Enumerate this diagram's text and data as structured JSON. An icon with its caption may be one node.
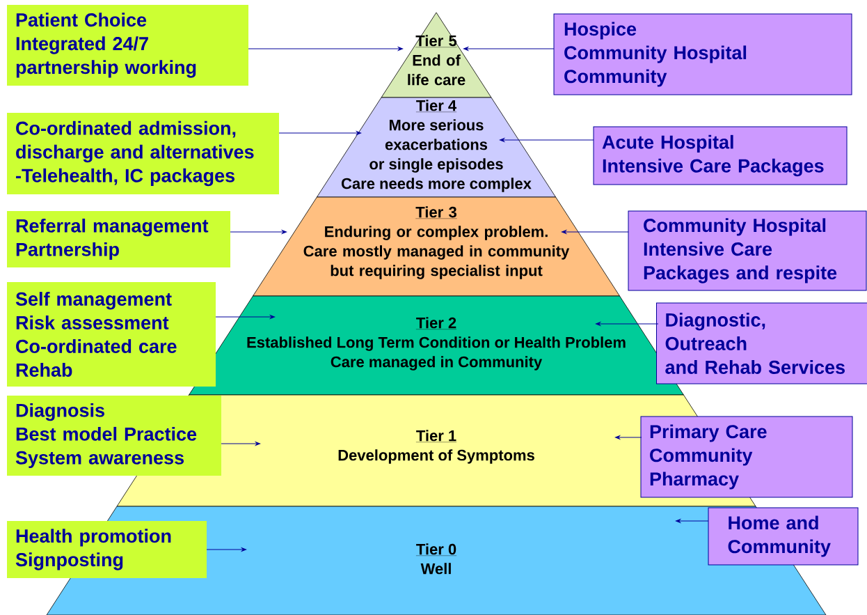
{
  "diagram": {
    "nodes": [
      {
        "text": [
          "Patient Choice",
          "Integrated 24/7",
          "partnership working"
        ]
      },
      {
        "text": [
          "Tier 5",
          "End of life care"
        ]
      },
      {
        "text": [
          "Hospice",
          "Community Hospital",
          "Community"
        ]
      },
      {
        "text": [
          "Co-ordinated admission, discharge and alternatives -Telehealth, IC packages"
        ]
      },
      {
        "text": [
          "Tier 4",
          "More serious",
          "exacerbations",
          "or single episodes",
          "Care needs more complex"
        ]
      },
      {
        "text": [
          "Acute Hospital",
          "Intensive Care Packages"
        ]
      },
      {
        "text": [
          "Referral management",
          "Partnership"
        ]
      },
      {
        "text": [
          "Tier 3",
          "Enduring or complex problem.",
          "Care mostly managed in community but requiring specialist input"
        ]
      },
      {
        "text": [
          "Community Hospital",
          "Intensive Care Packages and respite"
        ]
      },
      {
        "text": [
          "Self management",
          "Risk assessment",
          "Co-ordinated care",
          "Rehab"
        ]
      },
      {
        "text": [
          "Tier 2",
          "Established Long Term Condition or Health Problem",
          "Care managed in Community"
        ]
      },
      {
        "text": [
          "Diagnostic,",
          "Outreach",
          "and Rehab Services"
        ]
      },
      {
        "text": [
          "Diagnosis",
          "Best model Practice",
          "System awareness"
        ]
      },
      {
        "text": [
          "Tier 1",
          "Development of Symptoms"
        ]
      },
      {
        "text": [
          "Primary Care",
          "Community",
          "Pharmacy"
        ]
      },
      {
        "text": [
          "Health promotion",
          "Signposting"
        ]
      },
      {
        "text": [
          "Tier 0",
          "Well"
        ]
      },
      {
        "text": [
          "Home and Community"
        ]
      }
    ],
    "edges": [
      {
        "from": 0,
        "to": 1,
        "arrow": "to"
      },
      {
        "from": 2,
        "to": 1,
        "arrow": "to"
      },
      {
        "from": 3,
        "to": 4,
        "arrow": "to"
      },
      {
        "from": 5,
        "to": 4,
        "arrow": "to"
      },
      {
        "from": 6,
        "to": 7,
        "arrow": "to"
      },
      {
        "from": 8,
        "to": 7,
        "arrow": "to"
      },
      {
        "from": 9,
        "to": 10,
        "arrow": "to"
      },
      {
        "from": 11,
        "to": 10,
        "arrow": "to"
      },
      {
        "from": 12,
        "to": 13,
        "arrow": "to"
      },
      {
        "from": 14,
        "to": 13,
        "arrow": "to"
      },
      {
        "from": 15,
        "to": 16,
        "arrow": "to"
      },
      {
        "from": 17,
        "to": 16,
        "arrow": "to"
      }
    ]
  }
}
